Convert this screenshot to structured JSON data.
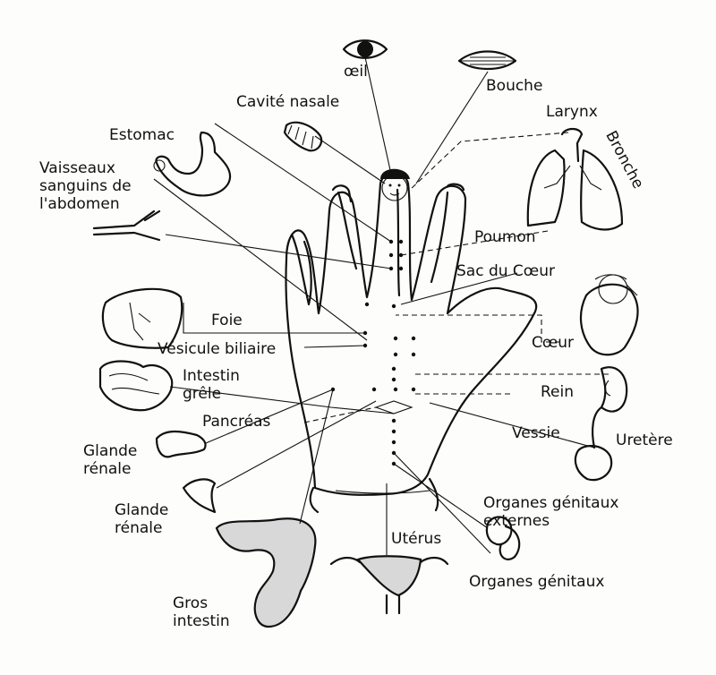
{
  "labels": {
    "oeil": "œil",
    "cavite_nasale": "Cavité nasale",
    "bouche": "Bouche",
    "larynx": "Larynx",
    "bronche": "Bronche",
    "estomac": "Estomac",
    "vaisseaux": "Vaisseaux\nsanguins de\nl'abdomen",
    "poumon": "Poumon",
    "sac_du_coeur": "Sac du Cœur",
    "foie": "Foie",
    "vesicule": "Vésicule biliaire",
    "coeur": "Cœur",
    "intestin_grele": "Intestin\ngrêle",
    "rein": "Rein",
    "pancreas": "Pancréas",
    "vessie": "Vessie",
    "uretere": "Uretère",
    "glande_renale_1": "Glande\nrénale",
    "glande_renale_2": "Glande\nrénale",
    "organes_externes": "Organes génitaux\nexternes",
    "uterus": "Utérus",
    "organes_genitaux": "Organes génitaux",
    "gros_intestin": "Gros\nintestin"
  }
}
